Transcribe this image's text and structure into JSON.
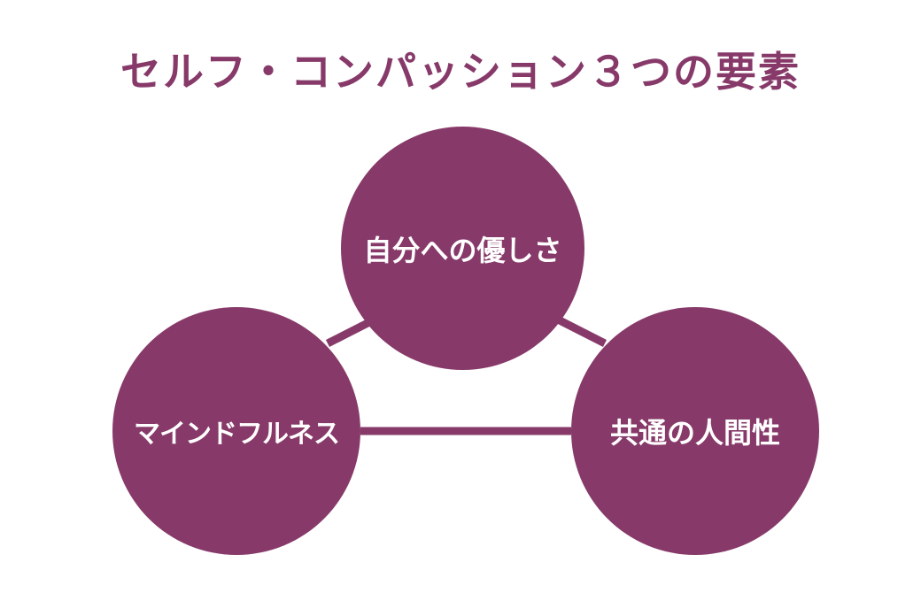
{
  "title": "セルフ・コンパッション３つの要素",
  "colors": {
    "primary": "#873a69",
    "text_on_primary": "#ffffff",
    "background": "#ffffff"
  },
  "nodes": {
    "top": {
      "label": "自分への優しさ"
    },
    "left": {
      "label": "マインドフルネス"
    },
    "right": {
      "label": "共通の人間性"
    }
  }
}
